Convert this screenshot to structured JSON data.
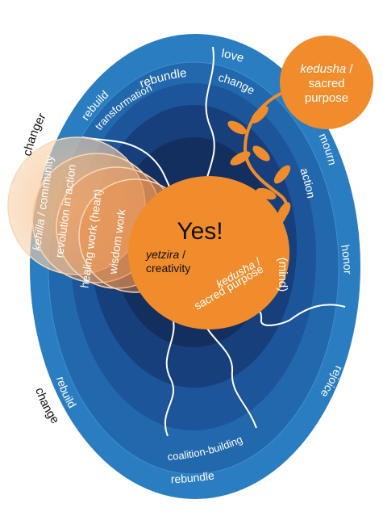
{
  "colors": {
    "ring_outer": "#2a7dc0",
    "ring_2": "#2268ad",
    "ring_3": "#1a4f92",
    "ring_4": "#173f7c",
    "core": "#132f60",
    "orange": "#f08c2c",
    "peach": "#f7c89a",
    "line": "#ffffff"
  },
  "outer_ring": {
    "top_left": "rebundle",
    "top_mid": "love",
    "left_top": "rebuild",
    "right_upper": "mourn",
    "right_mid": "honor",
    "right_lower": "rejoice",
    "bottom_left": "rebuild",
    "bottom": "rebundle"
  },
  "second_ring": {
    "top_left": "transformation",
    "top_mid": "change",
    "right": "action",
    "bottom": "coalition-building"
  },
  "outside_labels": {
    "changer": "changer",
    "change": "change"
  },
  "top_bubble": {
    "italic": "kedusha",
    "slash": " /",
    "line2": "sacred",
    "line3": "purpose"
  },
  "circles": {
    "c1_italic": "kehilla",
    "c1_rest": " / community",
    "c2": "revolution in action",
    "c3": "healing work (heart)",
    "c4": "wisdom work"
  },
  "center": {
    "yes": "Yes!",
    "yetzira_italic": "yetzira",
    "yetzira_slash": " /",
    "creativity": "creativity",
    "kedusha_italic": "kedusha",
    "kedusha_slash": " /",
    "sacred_purpose": "sacred purpose",
    "mind": "(mind)"
  }
}
